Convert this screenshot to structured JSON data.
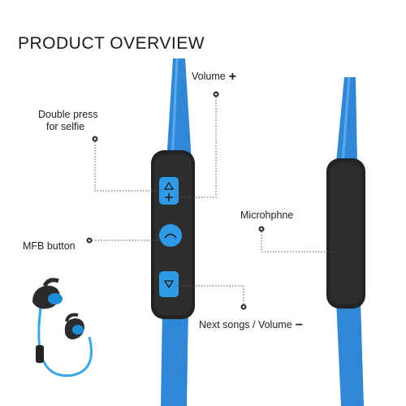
{
  "title": "PRODUCT OVERVIEW",
  "labels": {
    "volume_up": "Volume",
    "volume_up_symbol": "+",
    "selfie_line1": "Double press",
    "selfie_line2": "for selfie",
    "mfb": "MFB button",
    "microphone": "Microhphne",
    "next": "Next songs / Volume",
    "next_symbol": "−"
  },
  "colors": {
    "cable": "#2f87d6",
    "cable_dark": "#1f6fbd",
    "remote_body": "#232323",
    "button": "#2f9ae6",
    "leader": "#555555"
  },
  "icons": {
    "volume_up": "triangle-plus-icon",
    "mfb": "phone-icon",
    "next": "triangle-down-icon"
  }
}
